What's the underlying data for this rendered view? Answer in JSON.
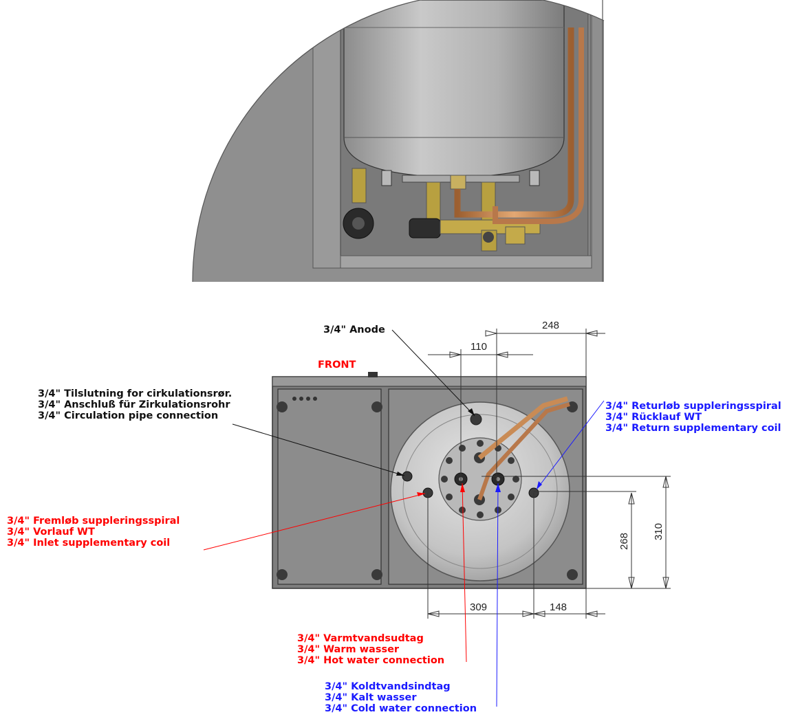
{
  "colors": {
    "red_label": "#ff0000",
    "blue_label": "#1a1aff",
    "black_label": "#111111",
    "housing": "#8a8a8a",
    "tank": "#c8c8c8",
    "copper": "#c98b55",
    "brass": "#b8a040"
  },
  "labels": {
    "front": "FRONT",
    "anode": "3/4\" Anode",
    "circulation": [
      "3/4\" Tilslutning for cirkulationsrør.",
      "3/4\" Anschluß für Zirkulationsrohr",
      "3/4\" Circulation pipe connection"
    ],
    "return_coil": [
      "3/4\" Returløb suppleringsspiral",
      "3/4\" Rücklauf WT",
      "3/4\" Return supplementary coil"
    ],
    "inlet_coil": [
      "3/4\" Fremløb suppleringsspiral",
      "3/4\" Vorlauf WT",
      "3/4\" Inlet supplementary coil"
    ],
    "hot_water": [
      "3/4\" Varmtvandsudtag",
      "3/4\" Warm wasser",
      "3/4\" Hot water connection"
    ],
    "cold_water": [
      "3/4\" Koldtvandsindtag",
      "3/4\" Kalt wasser",
      "3/4\" Cold water connection"
    ]
  },
  "dimensions": {
    "d248": "248",
    "d110": "110",
    "d309": "309",
    "d148": "148",
    "d268": "268",
    "d310": "310"
  }
}
